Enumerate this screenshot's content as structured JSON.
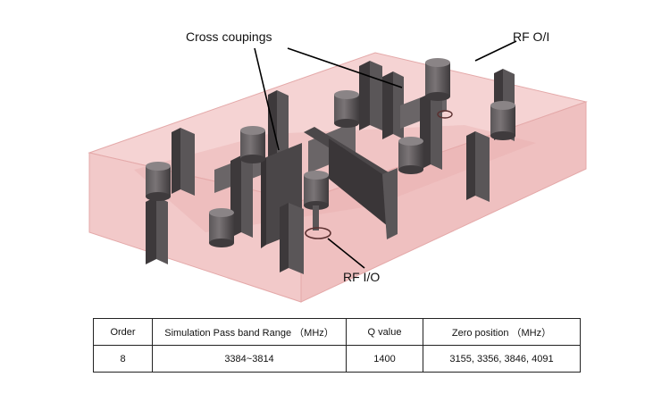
{
  "annotations": {
    "cross_couplings": "Cross coupings",
    "rf_out": "RF O/I",
    "rf_in": "RF I/O"
  },
  "table": {
    "headers": [
      "Order",
      "Simulation Pass band Range （MHz）",
      "Q value",
      "Zero position （MHz）"
    ],
    "rows": [
      [
        "8",
        "3384~3814",
        "1400",
        "3155, 3356, 3846, 4091"
      ]
    ]
  },
  "colors": {
    "housing_fill": "#f3cccc",
    "housing_edge": "#e6a8a8",
    "component_fill": "#4a4648",
    "annotation_line": "#000000"
  }
}
